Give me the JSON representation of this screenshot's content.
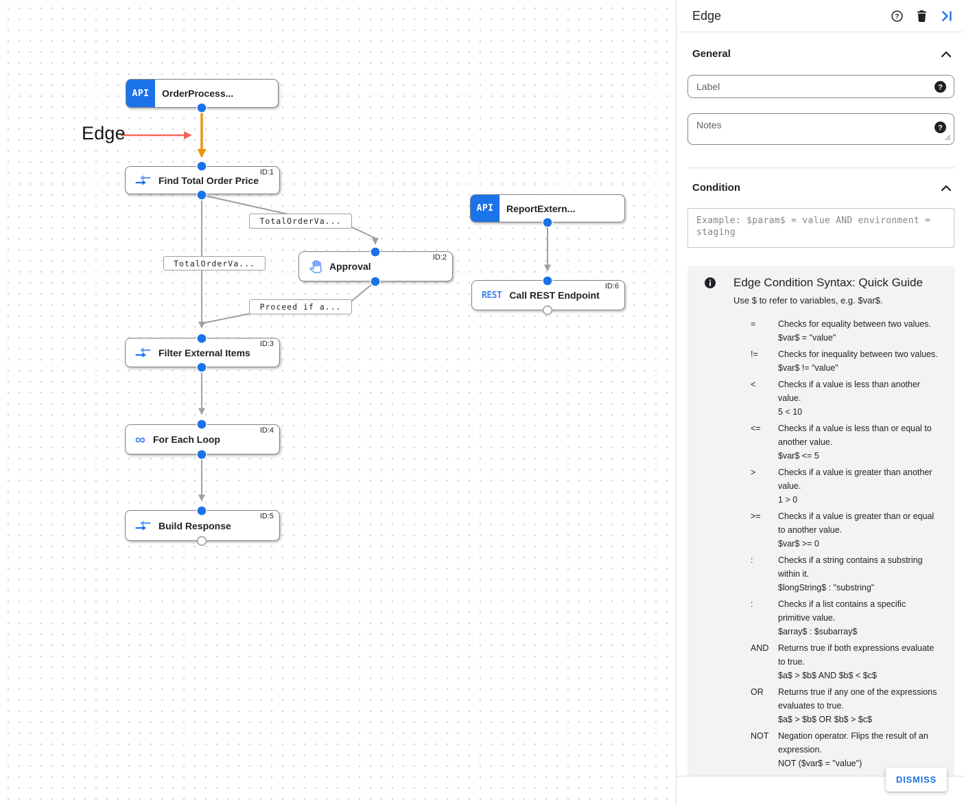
{
  "canvas": {
    "annotation": {
      "label": "Edge"
    },
    "nodes": [
      {
        "key": "order-process",
        "label": "OrderProcess...",
        "icon": "api",
        "icon_text": "API",
        "id_badge": ""
      },
      {
        "key": "find-total-order-price",
        "label": "Find Total Order Price",
        "icon": "mapping",
        "icon_text": "",
        "id_badge": "ID:1"
      },
      {
        "key": "approval",
        "label": "Approval",
        "icon": "hand",
        "icon_text": "",
        "id_badge": "ID:2"
      },
      {
        "key": "report-extern",
        "label": "ReportExtern...",
        "icon": "api",
        "icon_text": "API",
        "id_badge": ""
      },
      {
        "key": "call-rest-endpoint",
        "label": "Call REST Endpoint",
        "icon": "rest",
        "icon_text": "REST",
        "id_badge": "ID:6"
      },
      {
        "key": "filter-external-items",
        "label": "Filter External Items",
        "icon": "mapping",
        "icon_text": "",
        "id_badge": "ID:3"
      },
      {
        "key": "for-each-loop",
        "label": "For Each Loop",
        "icon": "loop",
        "icon_text": "∞",
        "id_badge": "ID:4"
      },
      {
        "key": "build-response",
        "label": "Build Response",
        "icon": "mapping",
        "icon_text": "",
        "id_badge": "ID:5"
      }
    ],
    "edge_labels": [
      {
        "key": "total-order-va-1",
        "text": "TotalOrderVa..."
      },
      {
        "key": "total-order-va-2",
        "text": "TotalOrderVa..."
      },
      {
        "key": "proceed-if",
        "text": "Proceed if a..."
      }
    ]
  },
  "panel": {
    "title": "Edge",
    "header_icons": [
      "help-icon",
      "trash-icon",
      "collapse-panel-icon"
    ],
    "general": {
      "heading": "General",
      "label_placeholder": "Label",
      "notes_placeholder": "Notes"
    },
    "condition": {
      "heading": "Condition",
      "placeholder": "Example: $param$ = value AND environment = staging"
    },
    "guide": {
      "title": "Edge Condition Syntax: Quick Guide",
      "intro": "Use $ to refer to variables, e.g. $var$.",
      "rows": [
        {
          "op": "=",
          "desc": "Checks for equality between two values.",
          "example": "$var$ = \"value\""
        },
        {
          "op": "!=",
          "desc": "Checks for inequality between two values.",
          "example": "$var$ != \"value\""
        },
        {
          "op": "<",
          "desc": "Checks if a value is less than another value.",
          "example": "5 < 10"
        },
        {
          "op": "<=",
          "desc": "Checks if a value is less than or equal to another value.",
          "example": "$var$ <= 5"
        },
        {
          "op": ">",
          "desc": "Checks if a value is greater than another value.",
          "example": "1 > 0"
        },
        {
          "op": ">=",
          "desc": "Checks if a value is greater than or equal to another value.",
          "example": "$var$ >= 0"
        },
        {
          "op": ":",
          "desc": "Checks if a string contains a substring within it.",
          "example": "$longString$ : \"substring\""
        },
        {
          "op": ":",
          "desc": "Checks if a list contains a specific primitive value.",
          "example": "$array$ : $subarray$"
        },
        {
          "op": "AND",
          "desc": "Returns true if both expressions evaluate to true.",
          "example": "$a$ > $b$ AND $b$ < $c$"
        },
        {
          "op": "OR",
          "desc": "Returns true if any one of the expressions evaluates to true.",
          "example": "$a$ > $b$ OR $b$ > $c$"
        },
        {
          "op": "NOT",
          "desc": "Negation operator. Flips the result of an expression.",
          "example": "NOT ($var$ = \"value\")"
        }
      ]
    },
    "footer": {
      "dismiss_label": "DISMISS"
    }
  },
  "colors": {
    "accent": "#1a73e8",
    "icon_blue": "#4285f4",
    "selected_edge_orange": "#e8940e",
    "annotation_red": "#f4665a",
    "edge_gray": "#9aa0a6"
  }
}
